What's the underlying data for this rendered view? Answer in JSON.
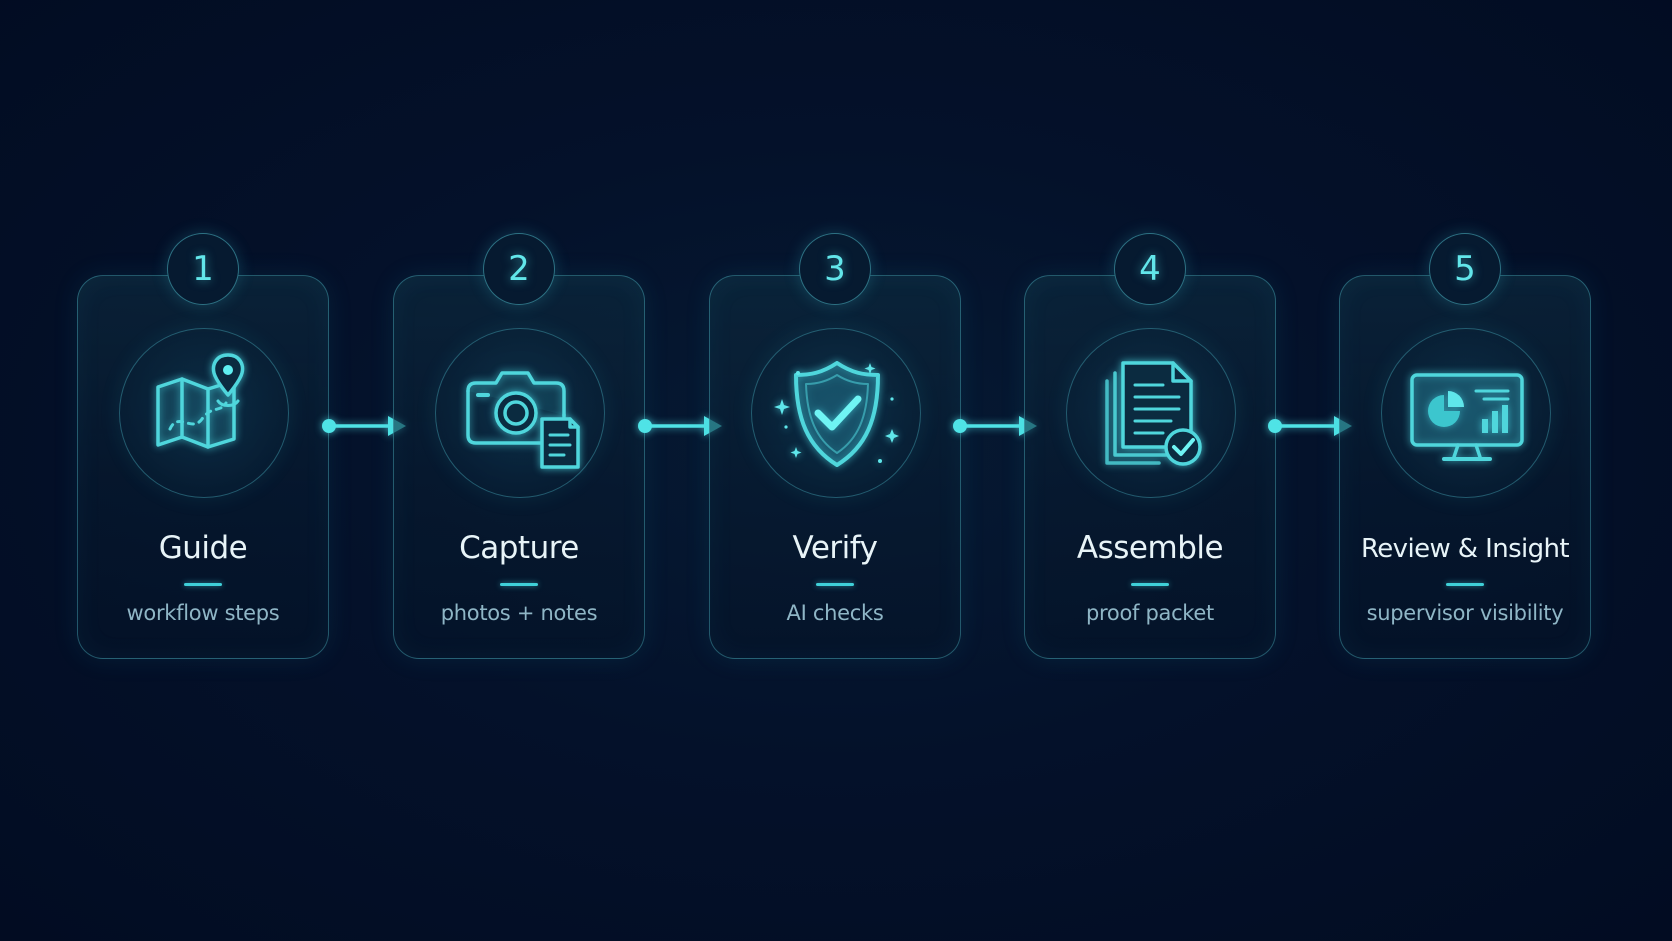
{
  "steps": [
    {
      "number": "1",
      "title": "Guide",
      "subtitle": "workflow steps",
      "icon": "map-pin-icon"
    },
    {
      "number": "2",
      "title": "Capture",
      "subtitle": "photos + notes",
      "icon": "camera-document-icon"
    },
    {
      "number": "3",
      "title": "Verify",
      "subtitle": "AI checks",
      "icon": "shield-check-icon"
    },
    {
      "number": "4",
      "title": "Assemble",
      "subtitle": "proof packet",
      "icon": "documents-check-icon"
    },
    {
      "number": "5",
      "title": "Review & Insight",
      "subtitle": "supervisor visibility",
      "icon": "monitor-chart-icon"
    }
  ],
  "colors": {
    "background": "#020c22",
    "accent": "#4fe3e6",
    "card_border": "#4eb9c8",
    "title_text": "#e8f4f8",
    "subtitle_text": "#8fb6c6"
  }
}
